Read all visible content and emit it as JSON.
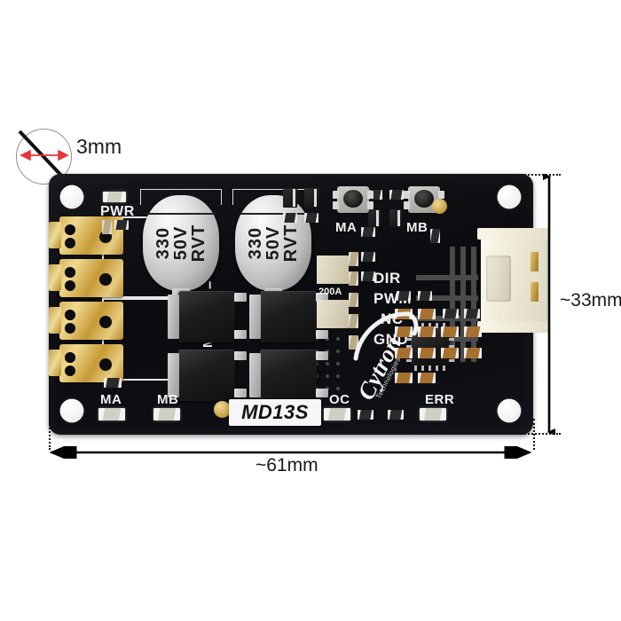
{
  "figure": {
    "subject": "MD13S motor driver board photo with dimension annotations",
    "board_label": "MD13S",
    "brand": "Cytron",
    "brand_sub": "Technologies"
  },
  "dimensions": {
    "hole_callout": "3mm",
    "width_label": "~61mm",
    "height_label": "~33mm"
  },
  "silkscreen": {
    "power_led": "PWR",
    "terminal_plus": "+",
    "terminal_minus": "–",
    "terminal_ma": "MA",
    "terminal_mb": "MB",
    "button_ma": "MA",
    "button_mb": "MB",
    "led_ma": "MA",
    "led_mb": "MB",
    "led_oc": "OC",
    "led_err": "ERR",
    "signal_pins": [
      "DIR",
      "PWM",
      "NC",
      "GND"
    ]
  },
  "capacitors": [
    {
      "value": "330",
      "voltage": "50V",
      "series": "RVT"
    },
    {
      "value": "330",
      "voltage": "50V",
      "series": "RVT"
    }
  ],
  "components": {
    "inductor_marking": "200A"
  },
  "colors": {
    "pcb": "#0d0e12",
    "silkscreen": "#f2f2f2",
    "gold": "#c79c3a",
    "connector": "#f2eeda",
    "annotation": "#1a1a1a",
    "callout_arrow": "#e8343a"
  }
}
